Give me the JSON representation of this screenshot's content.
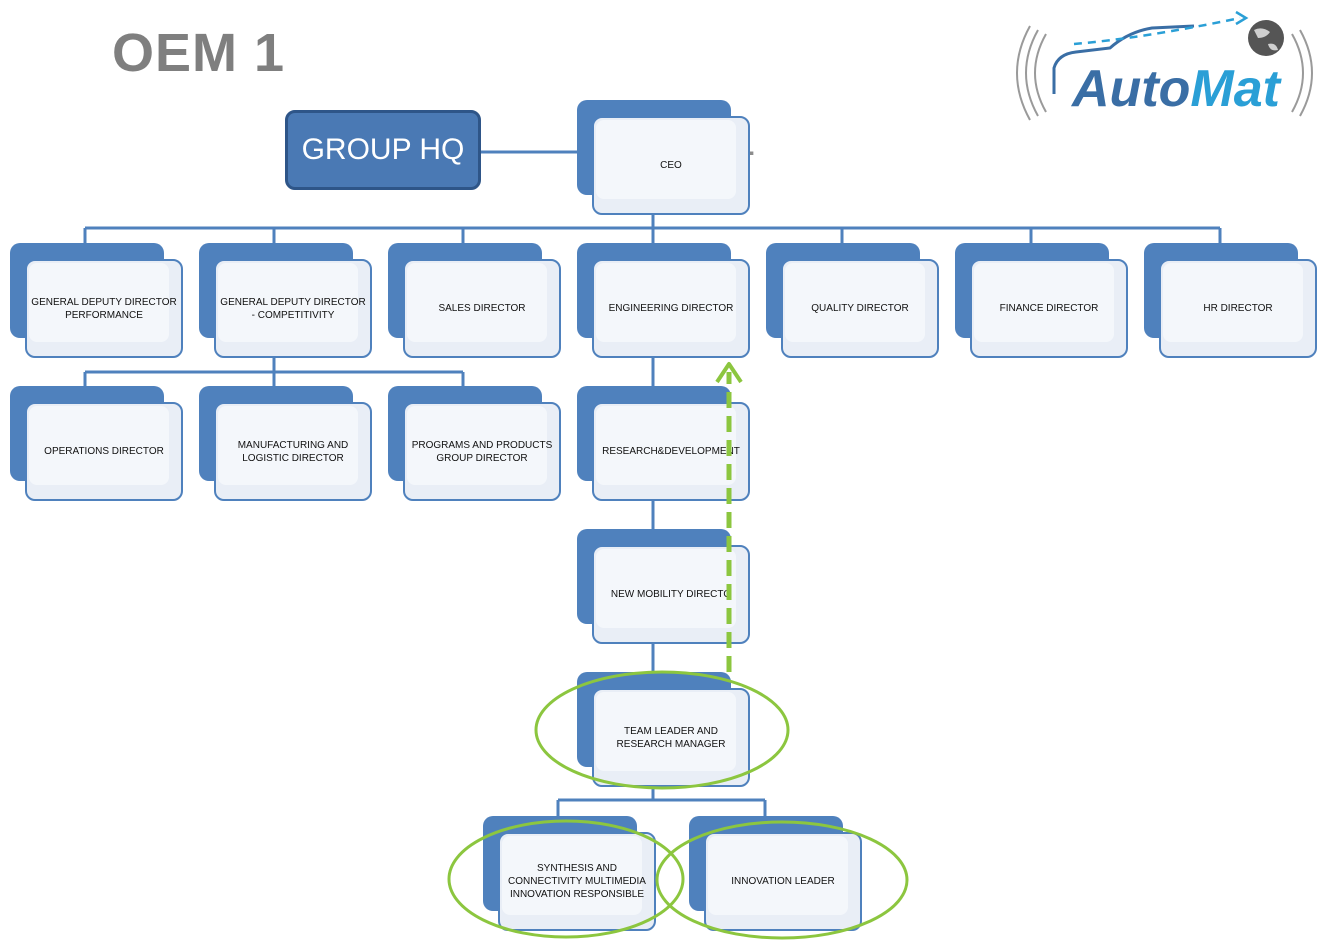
{
  "title": "OEM 1",
  "ghost_text": "1",
  "hq_label": "GROUP HQ",
  "logo": {
    "text_auto": "Auto",
    "text_mat": "Mat",
    "icon": "globe-icon",
    "colors": {
      "auto": "#3a6ea5",
      "mat": "#2a9fd6",
      "globe": "#555555"
    }
  },
  "colors": {
    "box_back": "#4f81bd",
    "box_front": "#e9eef6",
    "highlight": "#8cc63f",
    "title": "#7f7f7f"
  },
  "nodes": {
    "ceo": "CEO",
    "gdd_performance": "GENERAL DEPUTY DIRECTOR PERFORMANCE",
    "gdd_competitivity": "GENERAL DEPUTY DIRECTOR - COMPETITIVITY",
    "sales": "SALES DIRECTOR",
    "engineering": "ENGINEERING DIRECTOR",
    "quality": "QUALITY DIRECTOR",
    "finance": "FINANCE DIRECTOR",
    "hr": "HR DIRECTOR",
    "operations": "OPERATIONS DIRECTOR",
    "manufacturing": "MANUFACTURING AND LOGISTIC DIRECTOR",
    "programs": "PROGRAMS AND PRODUCTS GROUP DIRECTOR",
    "rnd": "RESEARCH&DEVELOPMENT",
    "new_mobility": "NEW MOBILITY DIRECTO",
    "team_leader": "TEAM LEADER AND RESEARCH MANAGER",
    "synthesis": "SYNTHESIS AND CONNECTIVITY MULTIMEDIA INNOVATION RESPONSIBLE",
    "innovation": "INNOVATION LEADER"
  }
}
